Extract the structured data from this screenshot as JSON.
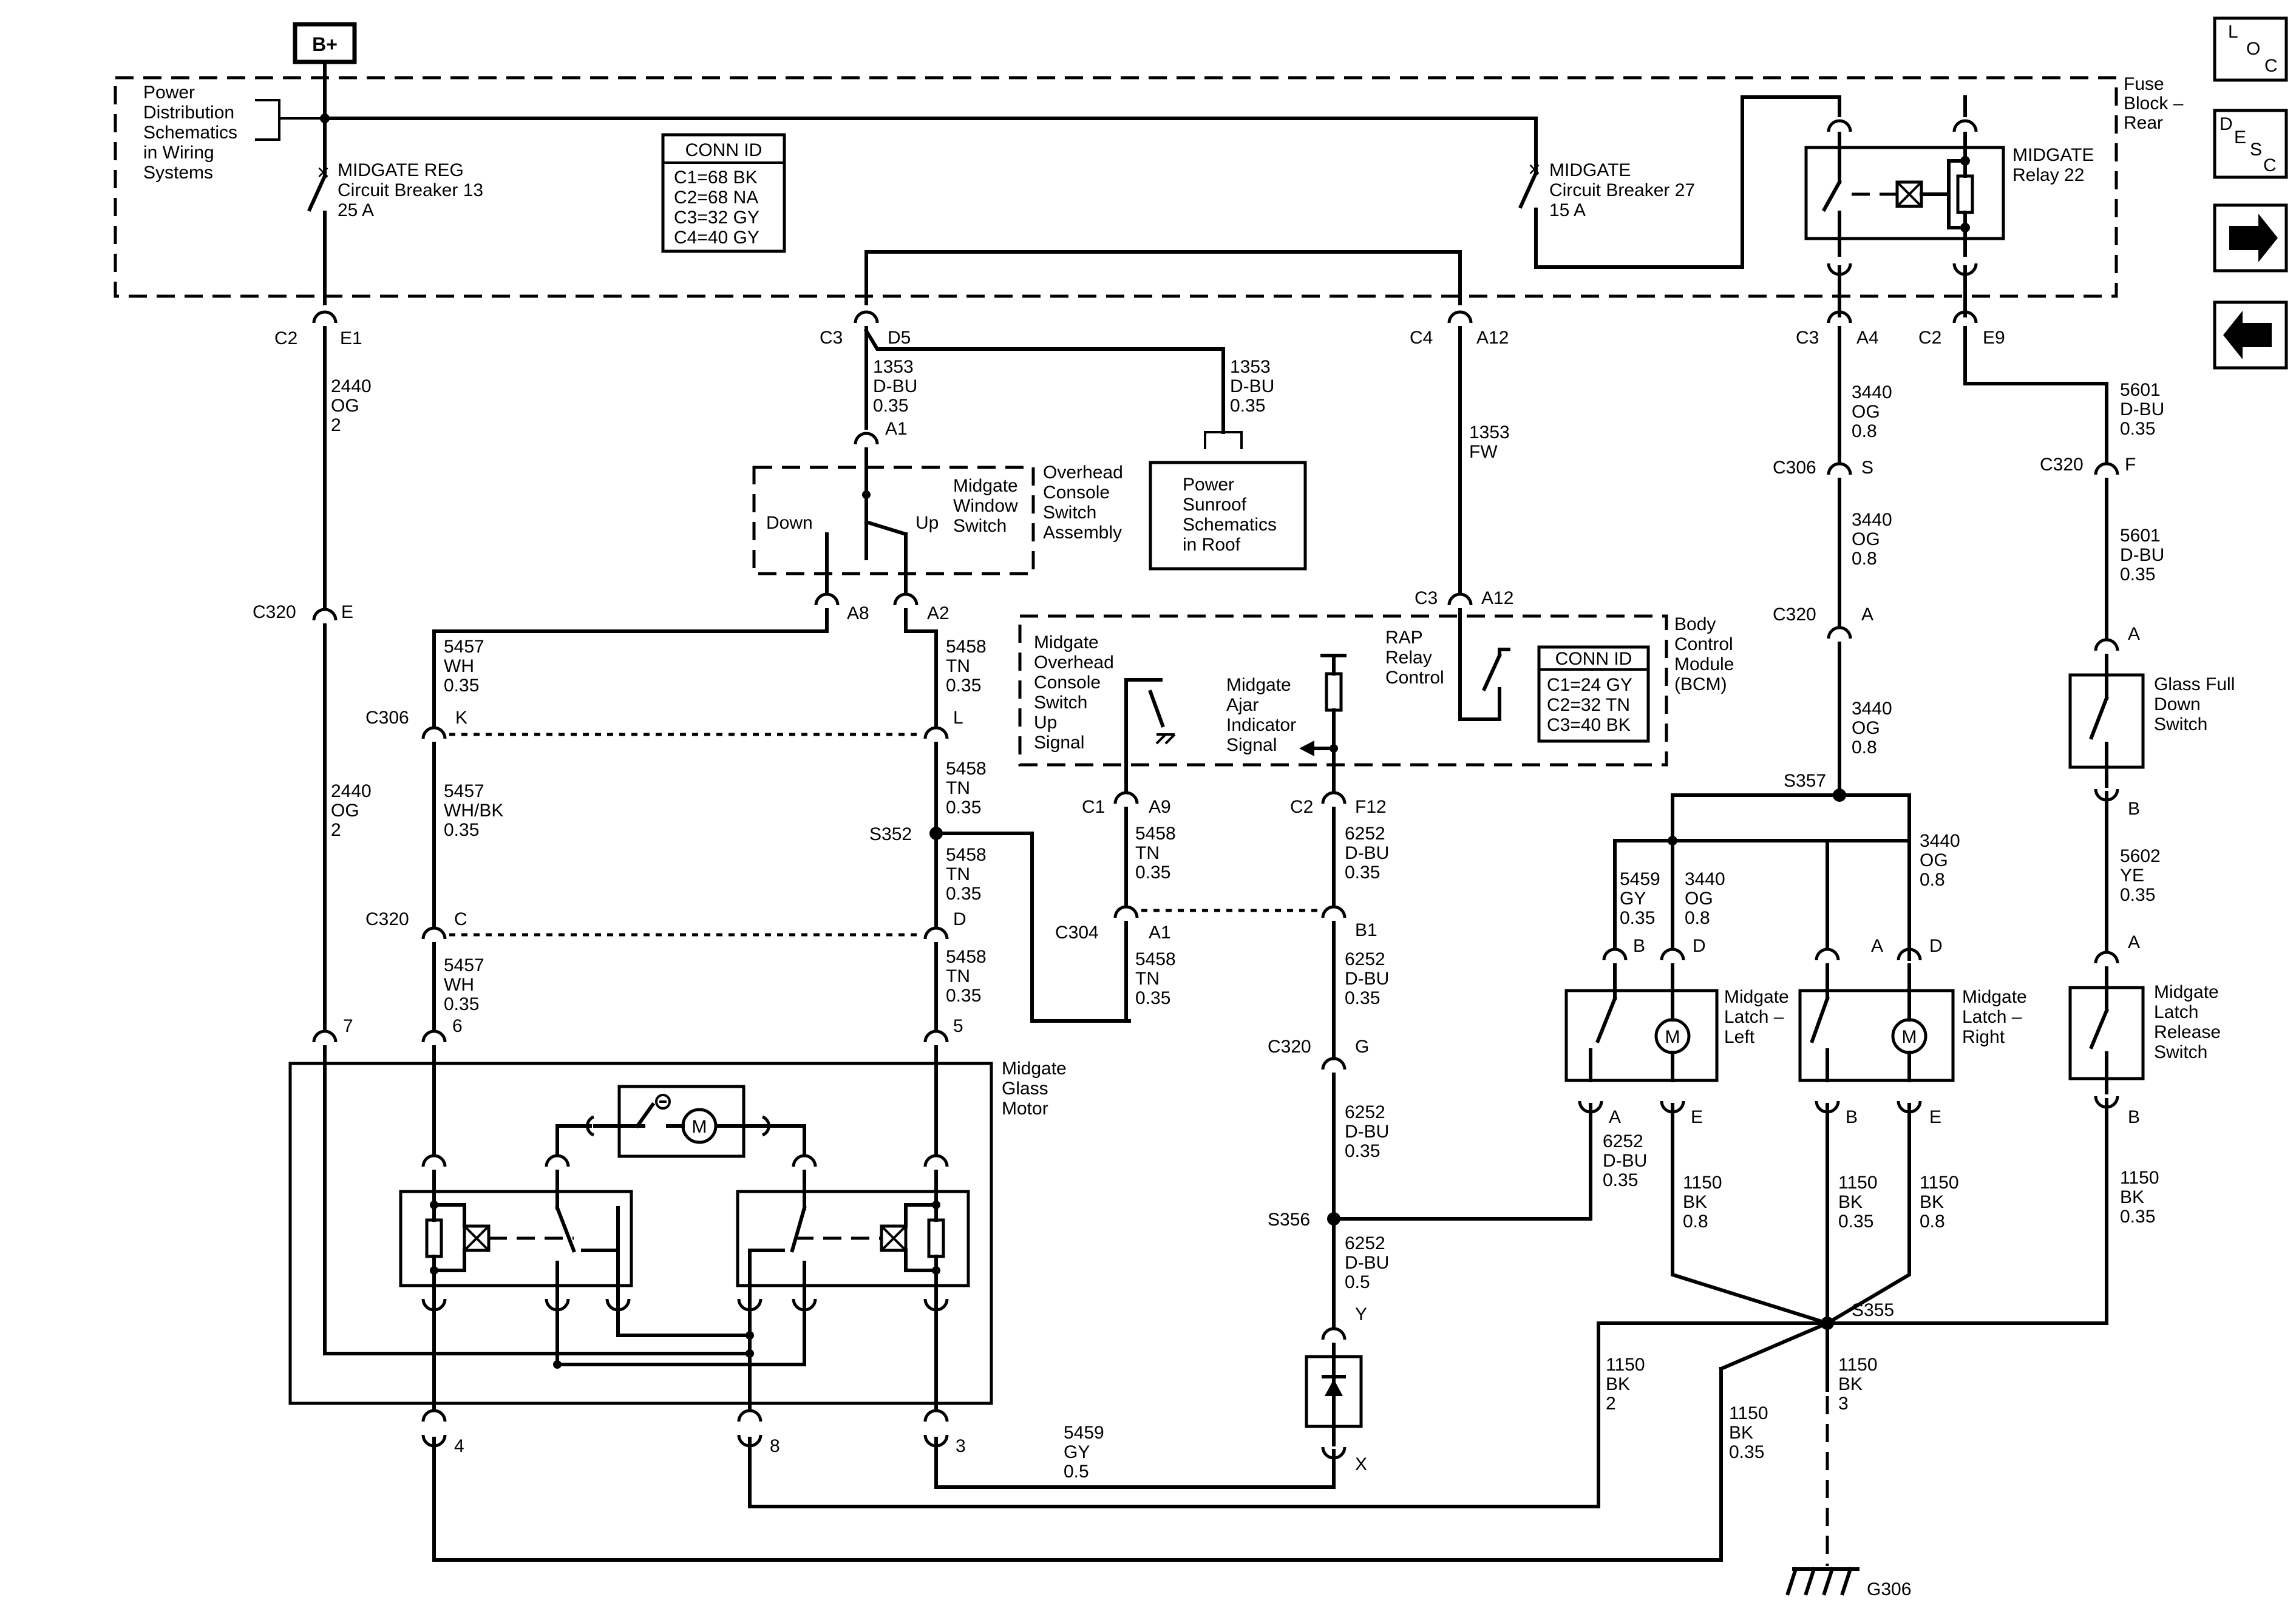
{
  "battery": "B+",
  "fuse_block": {
    "title_lines": [
      "Fuse",
      "Block –",
      "Rear"
    ]
  },
  "power_dist": {
    "lines": [
      "Power",
      "Distribution",
      "Schematics",
      "in Wiring",
      "Systems"
    ]
  },
  "breaker13": {
    "lines": [
      "MIDGATE REG",
      "Circuit Breaker 13",
      "25 A"
    ]
  },
  "breaker27": {
    "lines": [
      "MIDGATE",
      "Circuit Breaker 27",
      "15 A"
    ]
  },
  "relay22": {
    "lines": [
      "MIDGATE",
      "Relay 22"
    ]
  },
  "conn_id_fuse": {
    "title": "CONN ID",
    "rows": [
      "C1=68 BK",
      "C2=68 NA",
      "C3=32 GY",
      "C4=40 GY"
    ]
  },
  "conn_id_bcm": {
    "title": "CONN ID",
    "rows": [
      "C1=24 GY",
      "C2=32 TN",
      "C3=40 BK"
    ]
  },
  "bcm": {
    "lines": [
      "Body",
      "Control",
      "Module",
      "(BCM)"
    ]
  },
  "overhead_switch": {
    "assembly_lines": [
      "Overhead",
      "Console",
      "Switch",
      "Assembly"
    ],
    "switch_lines": [
      "Midgate",
      "Window",
      "Switch"
    ],
    "down": "Down",
    "up": "Up"
  },
  "sunroof": {
    "lines": [
      "Power",
      "Sunroof",
      "Schematics",
      "in Roof"
    ]
  },
  "bcm_inputs": {
    "switch_signal": [
      "Midgate",
      "Overhead",
      "Console",
      "Switch",
      "Up",
      "Signal"
    ],
    "ajar_signal": [
      "Midgate",
      "Ajar",
      "Indicator",
      "Signal"
    ],
    "rap_relay": [
      "RAP",
      "Relay",
      "Control"
    ]
  },
  "glass_motor": {
    "lines": [
      "Midgate",
      "Glass",
      "Motor"
    ]
  },
  "latch_left": {
    "lines": [
      "Midgate",
      "Latch –",
      "Left"
    ]
  },
  "latch_right": {
    "lines": [
      "Midgate",
      "Latch –",
      "Right"
    ]
  },
  "glass_full_down": {
    "lines": [
      "Glass Full",
      "Down",
      "Switch"
    ]
  },
  "latch_release": {
    "lines": [
      "Midgate",
      "Latch",
      "Release",
      "Switch"
    ]
  },
  "ground": "G306",
  "motor_symbol": "M",
  "nav": {
    "loc": [
      "L",
      "O",
      "C"
    ],
    "desc": [
      "D",
      "E",
      "S",
      "C"
    ],
    "forward_icon": "arrow-right",
    "back_icon": "arrow-left"
  },
  "connectors": {
    "c2_e1": [
      "C2",
      "E1"
    ],
    "c3_d5": [
      "C3",
      "D5"
    ],
    "c4_a12": [
      "C4",
      "A12"
    ],
    "c3_a4": [
      "C3",
      "A4"
    ],
    "c2_e9": [
      "C2",
      "E9"
    ],
    "a1": "A1",
    "a8": "A8",
    "a2": "A2",
    "c320_e": [
      "C320",
      "E"
    ],
    "c306_k": [
      "C306",
      "K"
    ],
    "l": "L",
    "c320_c": [
      "C320",
      "C"
    ],
    "d": "D",
    "s352": "S352",
    "pin7": "7",
    "pin6": "6",
    "pin5": "5",
    "pin4": "4",
    "pin8": "8",
    "pin3": "3",
    "c3_a12": [
      "C3",
      "A12"
    ],
    "c1_a9": [
      "C1",
      "A9"
    ],
    "c2_f12": [
      "C2",
      "F12"
    ],
    "c304_a1": [
      "C304",
      "A1"
    ],
    "b1": "B1",
    "c320_g": [
      "C320",
      "G"
    ],
    "s356": "S356",
    "y": "Y",
    "x": "X",
    "c306_s": [
      "C306",
      "S"
    ],
    "c320_a": [
      "C320",
      "A"
    ],
    "s357": "S357",
    "c320_f": [
      "C320",
      "F"
    ],
    "gfd_a": "A",
    "gfd_b": "B",
    "ll_b": "B",
    "ll_d": "D",
    "lr_a": "A",
    "lr_d": "D",
    "ll_a": "A",
    "ll_e": "E",
    "lr_b": "B",
    "lr_e": "E",
    "lrs_a": "A",
    "lrs_b": "B",
    "s355": "S355"
  },
  "wires": {
    "w2440_top": [
      "2440",
      "OG",
      "2"
    ],
    "w2440_bot": [
      "2440",
      "OG",
      "2"
    ],
    "w1353_left": [
      "1353",
      "D-BU",
      "0.35"
    ],
    "w1353_right": [
      "1353",
      "D-BU",
      "0.35"
    ],
    "w1353_fw": [
      "1353",
      "FW"
    ],
    "w5457_top": [
      "5457",
      "WH",
      "0.35"
    ],
    "w5457_mid": [
      "5457",
      "WH/BK",
      "0.35"
    ],
    "w5457_bot": [
      "5457",
      "WH",
      "0.35"
    ],
    "w5458_1": [
      "5458",
      "TN",
      "0.35"
    ],
    "w5458_2": [
      "5458",
      "TN",
      "0.35"
    ],
    "w5458_3": [
      "5458",
      "TN",
      "0.35"
    ],
    "w5458_4": [
      "5458",
      "TN",
      "0.35"
    ],
    "w5458_bcm": [
      "5458",
      "TN",
      "0.35"
    ],
    "w5458_c304": [
      "5458",
      "TN",
      "0.35"
    ],
    "w6252_1": [
      "6252",
      "D-BU",
      "0.35"
    ],
    "w6252_2": [
      "6252",
      "D-BU",
      "0.35"
    ],
    "w6252_3": [
      "6252",
      "D-BU",
      "0.35"
    ],
    "w6252_4": [
      "6252",
      "D-BU",
      "0.5"
    ],
    "w6252_latch": [
      "6252",
      "D-BU",
      "0.35"
    ],
    "w5459_bottom": [
      "5459",
      "GY",
      "0.5"
    ],
    "w3440_1": [
      "3440",
      "OG",
      "0.8"
    ],
    "w3440_2": [
      "3440",
      "OG",
      "0.8"
    ],
    "w3440_3": [
      "3440",
      "OG",
      "0.8"
    ],
    "w3440_r": [
      "3440",
      "OG",
      "0.8"
    ],
    "w3440_l": [
      "3440",
      "OG",
      "0.8"
    ],
    "w5459_latch": [
      "5459",
      "GY",
      "0.35"
    ],
    "w5601_1": [
      "5601",
      "D-BU",
      "0.35"
    ],
    "w5601_2": [
      "5601",
      "D-BU",
      "0.35"
    ],
    "w5602": [
      "5602",
      "YE",
      "0.35"
    ],
    "w1150_ll": [
      "1150",
      "BK",
      "0.8"
    ],
    "w1150_lrb": [
      "1150",
      "BK",
      "0.35"
    ],
    "w1150_lre": [
      "1150",
      "BK",
      "0.8"
    ],
    "w1150_sw": [
      "1150",
      "BK",
      "0.35"
    ],
    "w1150_2": [
      "1150",
      "BK",
      "2"
    ],
    "w1150_035": [
      "1150",
      "BK",
      "0.35"
    ],
    "w1150_3": [
      "1150",
      "BK",
      "3"
    ]
  }
}
